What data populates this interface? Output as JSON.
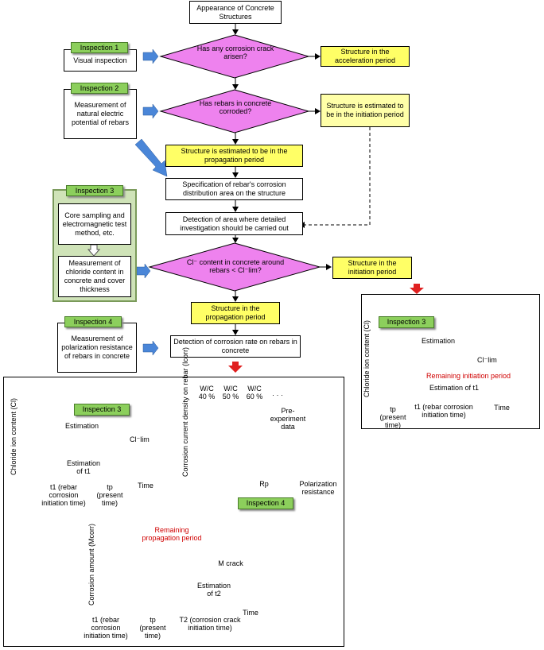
{
  "flow": {
    "start": "Appearance of Concrete Structures",
    "decision1": "Has any corrosion crack arisen?",
    "result1": "Structure in the acceleration period",
    "decision2": "Has rebars in concrete corroded?",
    "result2": "Structure is estimated to be in the initiation period",
    "propagation_est": "Structure is estimated to be in the propagation period",
    "spec_distribution": "Specification of rebar's corrosion distribution area on the structure",
    "detect_area": "Detection of area where detailed investigation should be carried out",
    "decision3": "Cl⁻ content in concrete around rebars < Cl⁻lim?",
    "result3": "Structure in the initiation period",
    "propagation_period": "Structure in the propagation period",
    "detect_rate": "Detection of corrosion rate on rebars in concrete"
  },
  "inspections": {
    "i1_tag": "Inspection 1",
    "i1_text": "Visual inspection",
    "i2_tag": "Inspection 2",
    "i2_text": "Measurement of natural electric potential of rebars",
    "i3_tag": "Inspection 3",
    "i3_text_a": "Core sampling and electromagnetic test method, etc.",
    "i3_text_b": "Measurement of chloride content in concrete and cover thickness",
    "i4_tag": "Inspection 4",
    "i4_text": "Measurement of polarization resistance of rebars in concrete"
  },
  "right_chart": {
    "tag": "Inspection 3",
    "ylabel": "Chloride ion content (Cl)",
    "estimation": "Estimation",
    "cllim": "Cl⁻lim",
    "remaining": "Remaining initiation period",
    "est_t1": "Estimation of t1",
    "tp": "tp (present time)",
    "t1": "t1 (rebar corrosion initiation time)",
    "xlabel": "Time"
  },
  "bl_chart": {
    "tag": "Inspection 3",
    "ylabel": "Chloride ion content (Cl)",
    "estimation": "Estimation",
    "cllim": "Cl⁻lim",
    "est_t1": "Estimation of t1",
    "t1": "t1 (rebar corrosion initiation time)",
    "tp": "tp (present time)",
    "xlabel": "Time"
  },
  "br_chart": {
    "ylabel": "Corrosion current density on rebar (Icorr)",
    "wc40": "W/C 40 %",
    "wc50": "W/C 50 %",
    "wc60": "W/C 60 %",
    "dots": "· · ·",
    "pre_exp": "Pre-experiment data",
    "rp": "Rp",
    "xlabel": "Polarization resistance",
    "tag": "Inspection 4"
  },
  "bottom_chart": {
    "ylabel": "Corrosion amount (Mcorr)",
    "remaining": "Remaining propagation period",
    "mcrack": "M crack",
    "est_t2": "Estimation of t2",
    "t1": "t1 (rebar corrosion initiation time)",
    "tp": "tp (present time)",
    "t2": "T2 (corrosion crack initiation time)",
    "xlabel": "Time"
  },
  "colors": {
    "decision": "#ee82ee",
    "yellow": "#ffff66",
    "green_tag": "#8ccf5c",
    "red_arrow": "#e02020",
    "blue_arrow": "#4a86d8"
  }
}
